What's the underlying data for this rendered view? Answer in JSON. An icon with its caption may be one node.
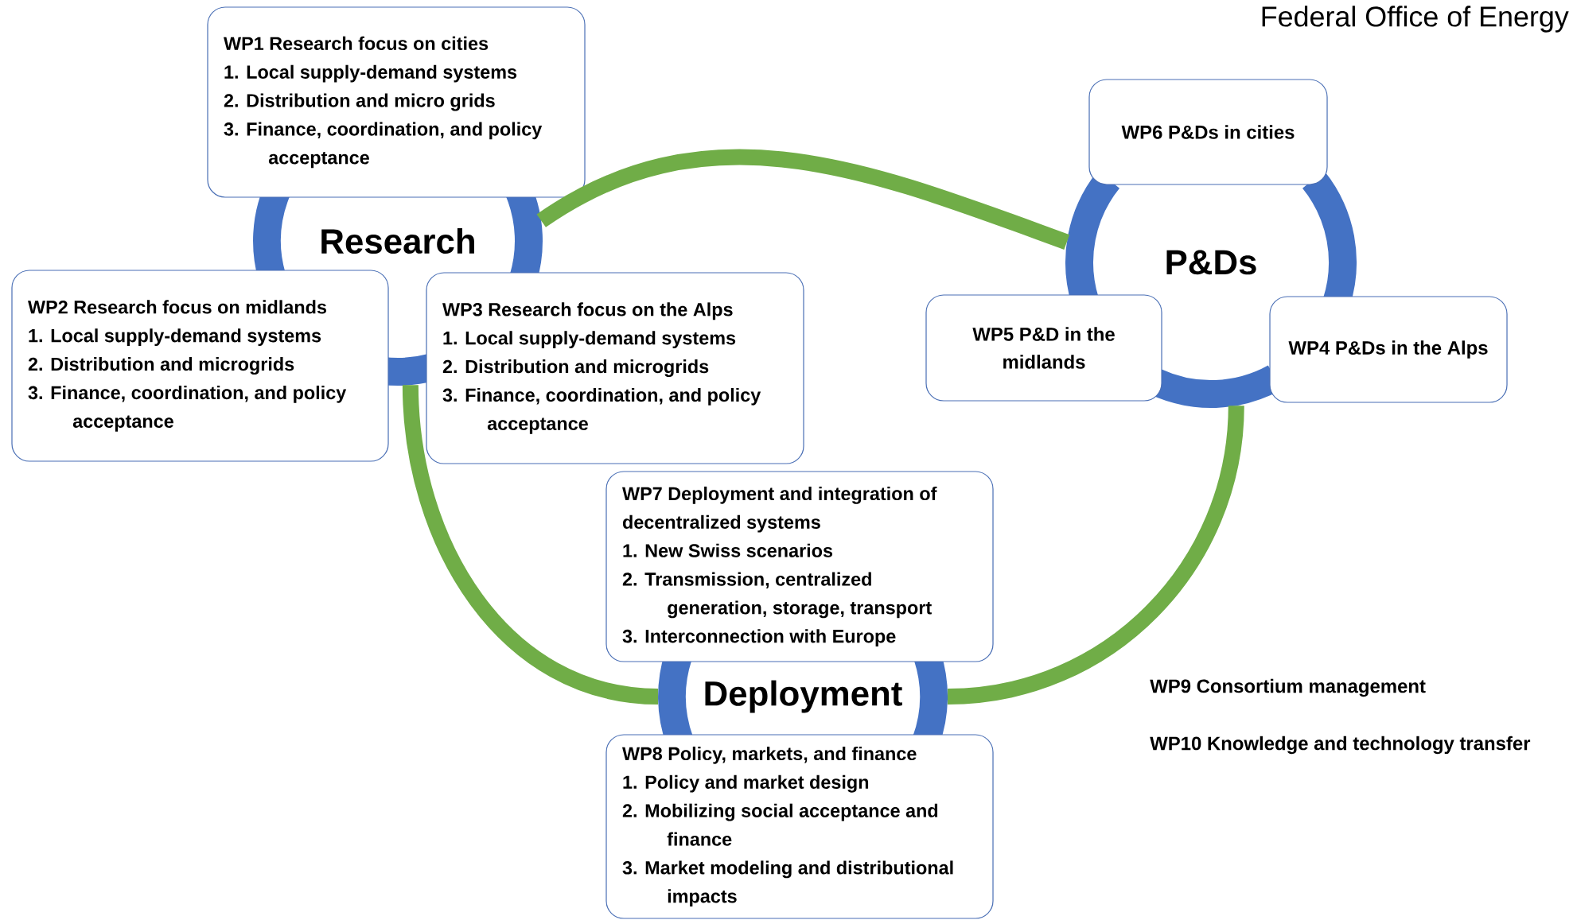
{
  "diagram": {
    "nodes": [
      {
        "text": [
          "WP1 Research focus on cities",
          "1. Local supply-demand systems",
          "2. Distribution and micro grids",
          "3. Finance, coordination, and policy acceptance"
        ]
      },
      {
        "text": [
          "Research"
        ]
      },
      {
        "text": [
          "WP2 Research focus on midlands",
          "1. Local supply-demand systems",
          "2. Distribution and microgrids",
          "3. Finance, coordination, and policy acceptance"
        ]
      },
      {
        "text": [
          "WP3 Research focus on the Alps",
          "1. Local supply-demand systems",
          "2. Distribution and microgrids",
          "3. Finance, coordination, and policy acceptance"
        ]
      },
      {
        "text": [
          "WP6 P&Ds in cities"
        ]
      },
      {
        "text": [
          "P&Ds"
        ]
      },
      {
        "text": [
          "WP5 P&D in the midlands"
        ]
      },
      {
        "text": [
          "WP4 P&Ds in the Alps"
        ]
      },
      {
        "text": [
          "WP7 Deployment and integration of decentralized systems",
          "1. New Swiss scenarios",
          "2. Transmission, centralized generation, storage, transport",
          "3. Interconnection with Europe"
        ]
      },
      {
        "text": [
          "Deployment"
        ]
      },
      {
        "text": [
          "WP8 Policy, markets, and finance",
          "1. Policy and market design",
          "2. Mobilizing social acceptance and finance",
          "3. Market modeling and distributional impacts"
        ]
      }
    ],
    "edges": [
      {
        "from": 1,
        "to": 5,
        "arrow": "none"
      },
      {
        "from": 5,
        "to": 9,
        "arrow": "none"
      },
      {
        "from": 9,
        "to": 1,
        "arrow": "none"
      }
    ],
    "labels": [
      "Federal Office of Energy",
      "WP9 Consortium management",
      "WP10 Knowledge and technology transfer"
    ]
  }
}
